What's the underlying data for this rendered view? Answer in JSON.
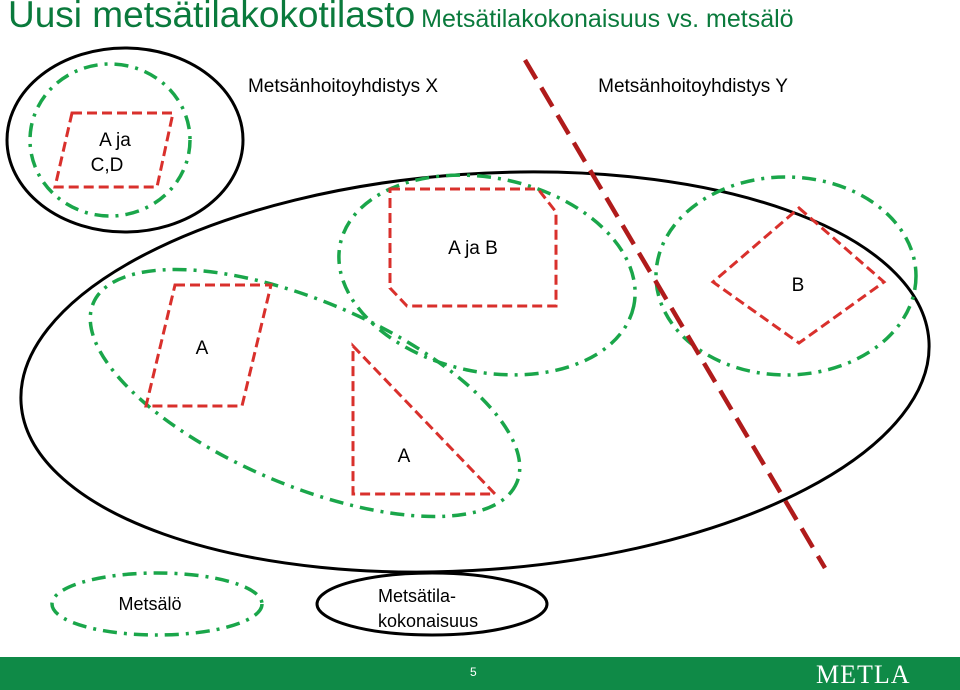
{
  "title": {
    "main": "Uusi metsätilakokotilasto",
    "sub": "Metsätilakokonaisuus vs. metsälö"
  },
  "labels": {
    "association_x": "Metsänhoitoyhdistys X",
    "association_y": "Metsänhoitoyhdistys Y",
    "parcel_acd_line1": "A ja",
    "parcel_acd_line2": "C,D",
    "parcel_ab": "A ja B",
    "parcel_b": "B",
    "parcel_a_left": "A",
    "parcel_a_triangle": "A"
  },
  "legend": {
    "metsalo": "Metsälö",
    "kokonaisuus_line1": "Metsätila-",
    "kokonaisuus_line2": "kokonaisuus"
  },
  "footer": {
    "page_number": "5",
    "logo": "METLA"
  },
  "colors": {
    "title": "#0a7a3c",
    "metsalo_outline": "#1aa64a",
    "parcel_outline": "#d9302c",
    "boundary_line": "#b01b1b",
    "kokonaisuus_outline": "#000000",
    "footer_bar": "#0f8a47"
  }
}
